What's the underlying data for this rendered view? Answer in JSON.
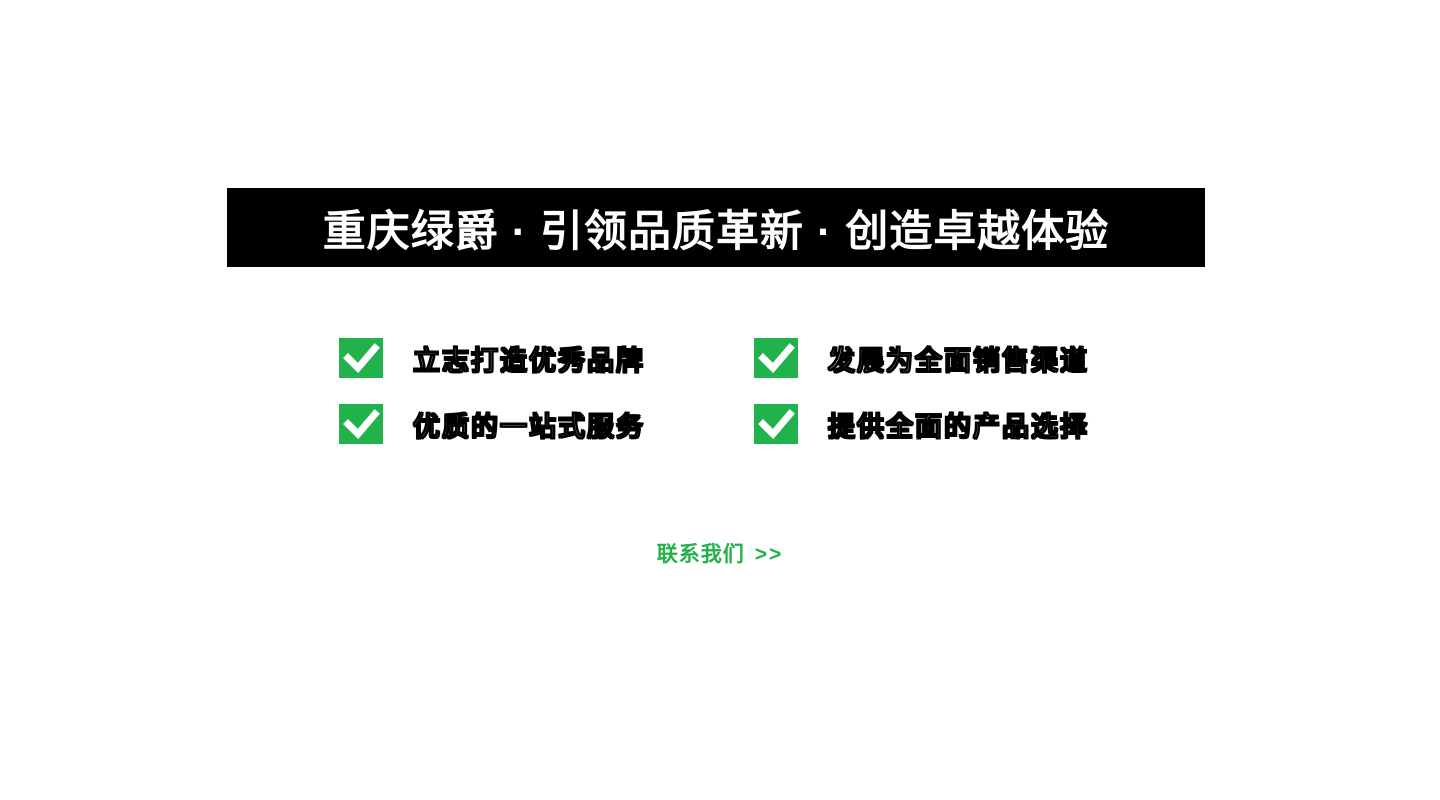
{
  "banner": {
    "title": "重庆绿爵 · 引领品质革新 · 创造卓越体验"
  },
  "features": [
    {
      "label": "立志打造优秀品牌"
    },
    {
      "label": "发展为全面销售渠道"
    },
    {
      "label": "优质的一站式服务"
    },
    {
      "label": "提供全面的产品选择"
    }
  ],
  "contact": {
    "label": "联系我们",
    "arrow": ">>"
  },
  "icons": {
    "feature_bullet": "check-icon"
  },
  "colors": {
    "accent_green": "#22b24c",
    "banner_bg": "#000000"
  }
}
